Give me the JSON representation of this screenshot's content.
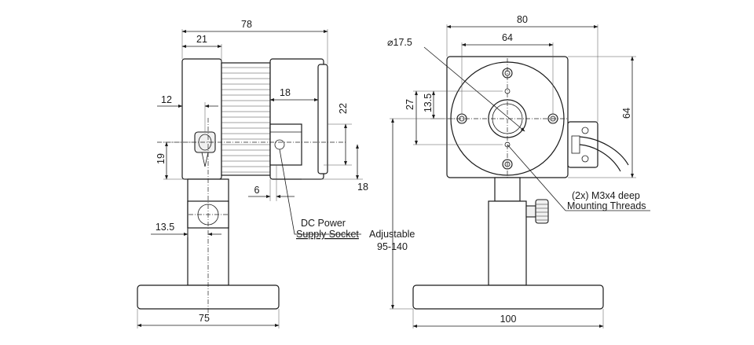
{
  "dimensions": {
    "side_overall_width": "78",
    "side_front_width": "21",
    "side_offset_12": "12",
    "side_18": "18",
    "side_22": "22",
    "side_19": "19",
    "side_6": "6",
    "side_18_lower": "18",
    "side_post_13_5": "13.5",
    "side_base_75": "75",
    "front_overall_width": "80",
    "front_inner_width": "64",
    "front_height_64": "64",
    "front_diameter": "⌀17.5",
    "front_27": "27",
    "front_13_5": "13.5",
    "front_base_100": "100"
  },
  "labels": {
    "dc_power_line1": "DC Power",
    "dc_power_line2": "Supply Socket",
    "adjustable_line1": "Adjustable",
    "adjustable_line2": "95-140",
    "threads_line1": "(2x) M3x4 deep",
    "threads_line2": "Mounting Threads"
  }
}
